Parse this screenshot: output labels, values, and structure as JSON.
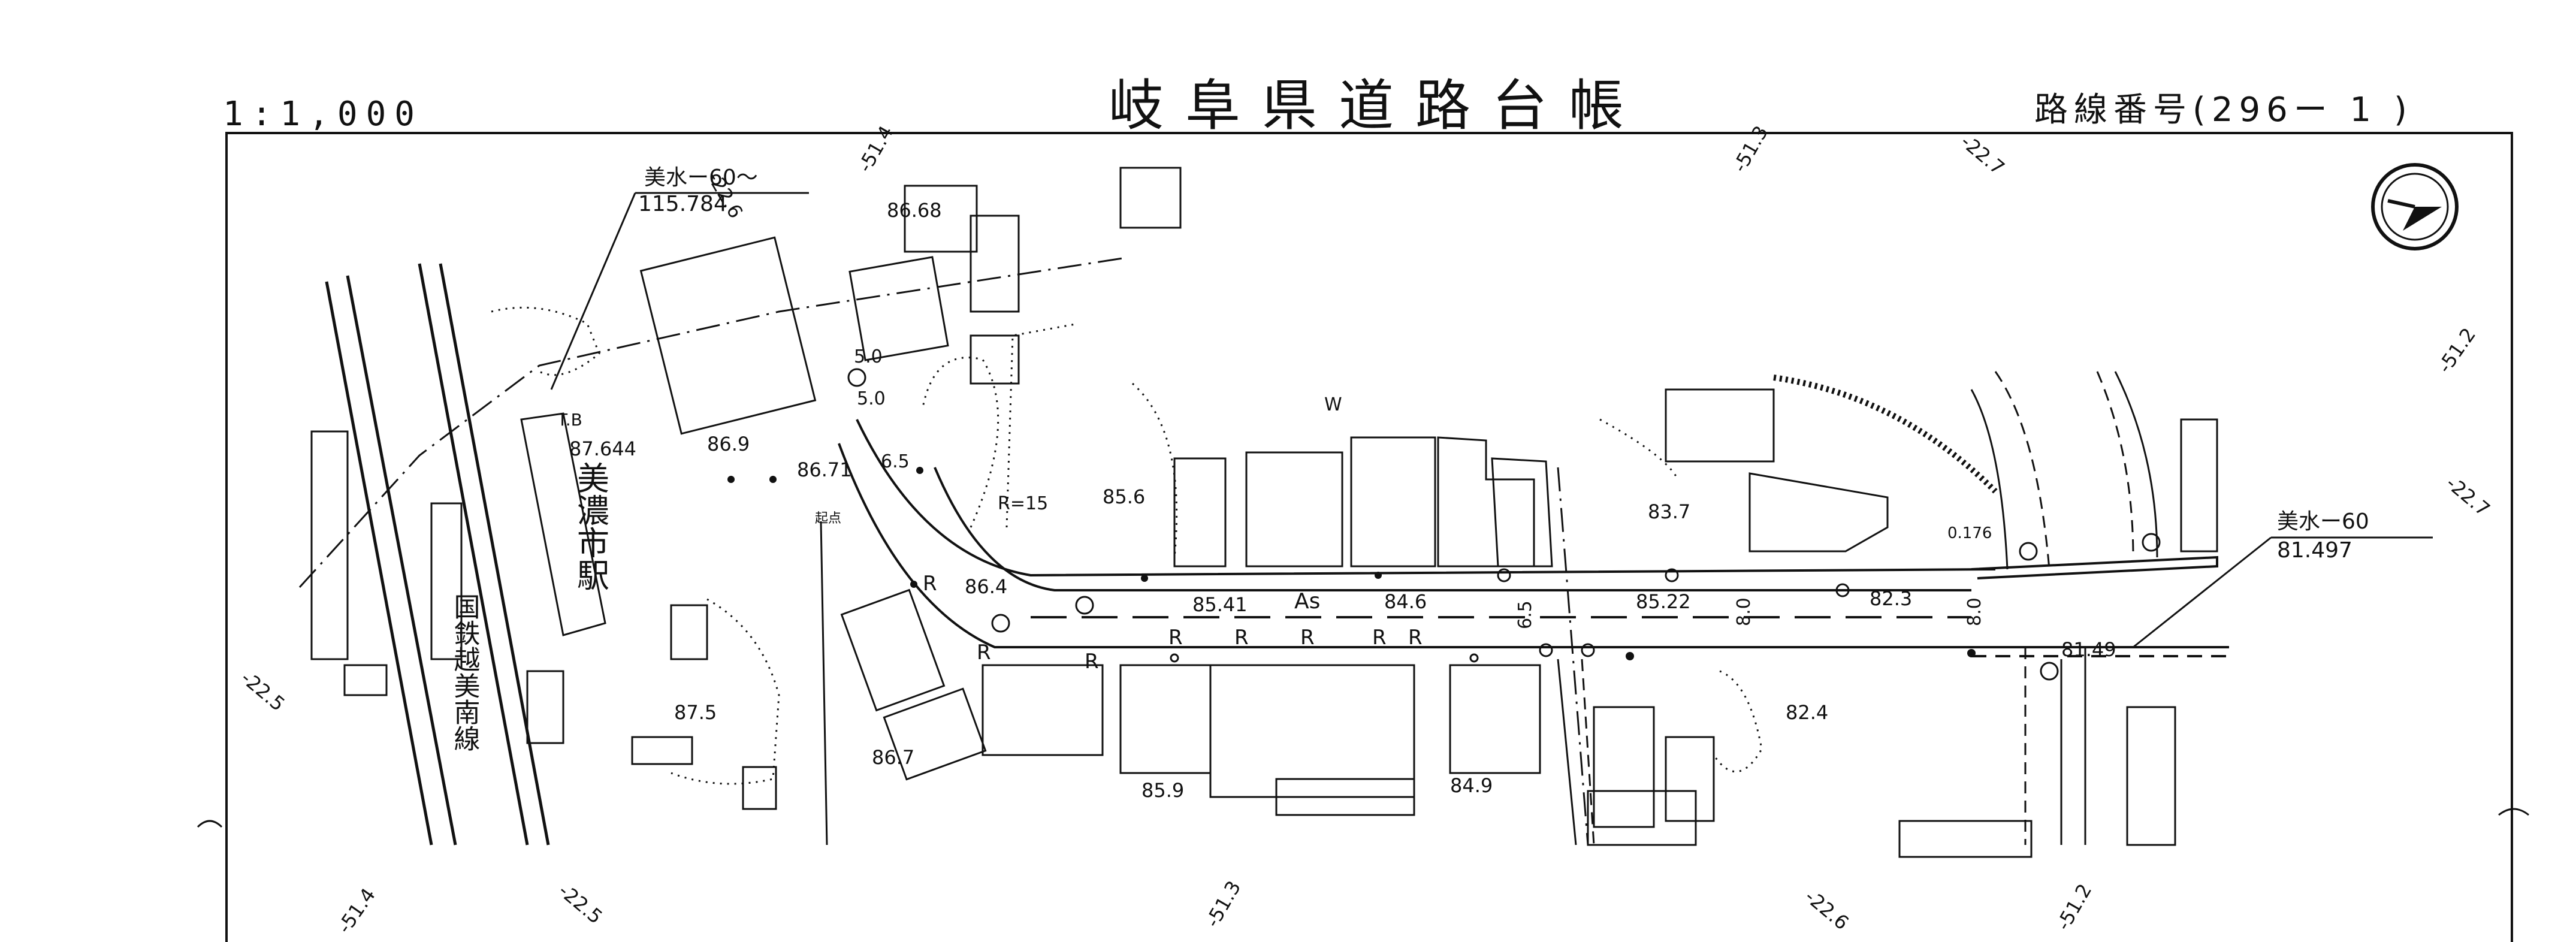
{
  "header": {
    "scale": "1:1,000",
    "title": "岐阜県道路台帳",
    "route_number": "路線番号(296ー 1 )"
  },
  "station": {
    "name": "美濃市駅",
    "railway": "国鉄越美南線"
  },
  "control_points": [
    {
      "label": "美水ー60〜",
      "elevation": "115.784"
    },
    {
      "label": "美水ー60",
      "elevation": "81.497"
    }
  ],
  "road": {
    "surface": "As",
    "marks": [
      "R",
      "R",
      "R",
      "R",
      "R",
      "R",
      "R",
      "R"
    ],
    "widths": [
      "6.5",
      "8.0",
      "8.0",
      "5.0",
      "5.0",
      "6.5"
    ],
    "curve": "R=15"
  },
  "elevations": [
    "86.68",
    "87.644",
    "86.9",
    "86.71",
    "85.6",
    "86.4",
    "85.41",
    "84.6",
    "85.22",
    "82.3",
    "83.7",
    "87.5",
    "86.7",
    "85.9",
    "84.9",
    "82.4",
    "81.49",
    "0.176"
  ],
  "grid_labels": [
    "-22.6",
    "-51.4",
    "-51.3",
    "-22.7",
    "-51.2",
    "-22.7",
    "-22.5",
    "-51.4",
    "-22.5",
    "-51.3",
    "-22.6",
    "-51.2"
  ],
  "misc": {
    "tb": "T.B",
    "w": "W",
    "start_point": "起点"
  },
  "north_arrow": "north-arrow"
}
